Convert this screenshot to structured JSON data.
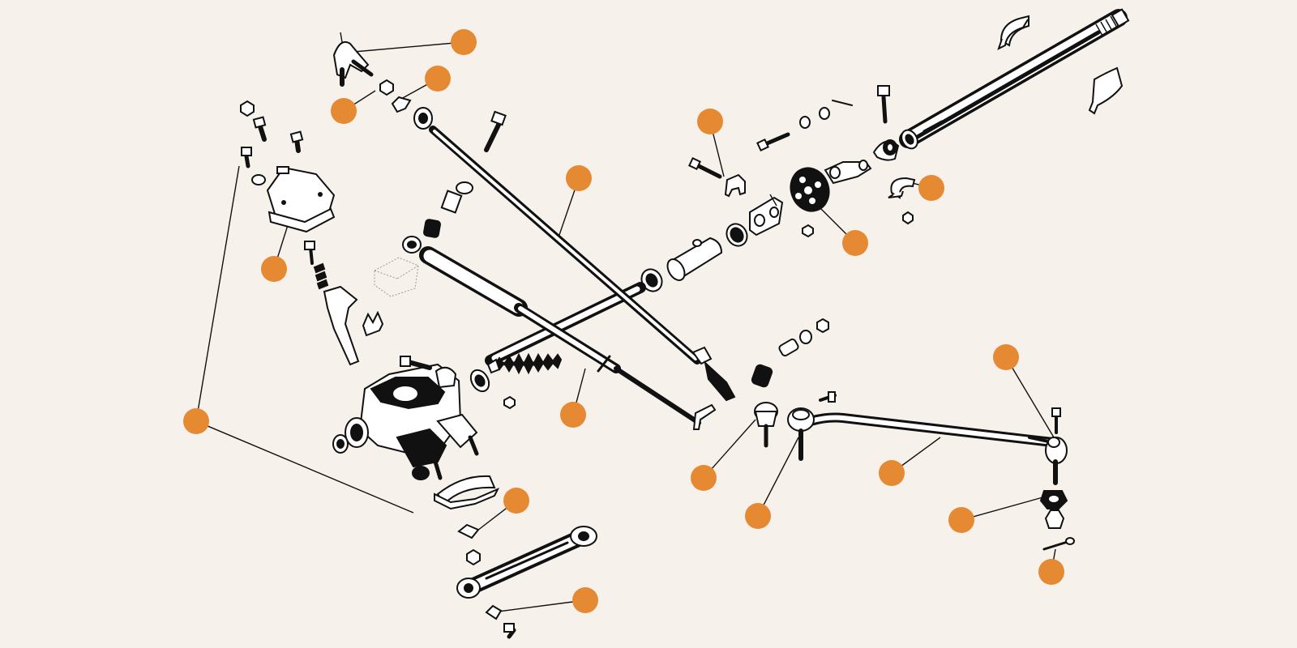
{
  "colors": {
    "background": "#f6f1eb",
    "hotspot": "#e58a33",
    "ink": "#111111",
    "paper": "#ffffff"
  },
  "hotspots": [
    {
      "id": "hotspot-tie-rod-end-top",
      "leader_to": "tie-rod-end-top"
    },
    {
      "id": "hotspot-lock-tab-top",
      "leader_to": "lock-tab-top"
    },
    {
      "id": "hotspot-nut-top",
      "leader_to": "nut-top"
    },
    {
      "id": "hotspot-steering-box-cover",
      "leader_to": "steering-box-cover"
    },
    {
      "id": "hotspot-steering-box-bolts",
      "leader_to": "steering-box-bolts"
    },
    {
      "id": "hotspot-drag-link",
      "leader_to": "drag-link"
    },
    {
      "id": "hotspot-pinch-clamp",
      "leader_to": "pinch-clamp"
    },
    {
      "id": "hotspot-rubber-coupling",
      "leader_to": "rubber-coupling"
    },
    {
      "id": "hotspot-half-clamp",
      "leader_to": "half-clamp"
    },
    {
      "id": "hotspot-idler-rod",
      "leader_to": "idler-rod"
    },
    {
      "id": "hotspot-ball-joint-center",
      "leader_to": "ball-joint-center"
    },
    {
      "id": "hotspot-ball-joint-left",
      "leader_to": "ball-joint-left"
    },
    {
      "id": "hotspot-track-rod",
      "leader_to": "track-rod"
    },
    {
      "id": "hotspot-ball-joint-right",
      "leader_to": "ball-joint-right"
    },
    {
      "id": "hotspot-castle-nut",
      "leader_to": "castle-nut"
    },
    {
      "id": "hotspot-split-pin",
      "leader_to": "split-pin"
    },
    {
      "id": "hotspot-lock-washer",
      "leader_to": "lock-washer"
    },
    {
      "id": "hotspot-tab-washer",
      "leader_to": "tab-washer"
    }
  ]
}
